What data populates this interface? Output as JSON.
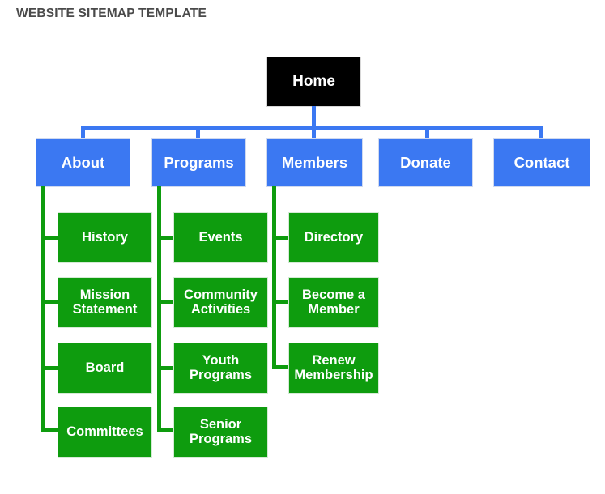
{
  "page": {
    "title": "WEBSITE SITEMAP TEMPLATE",
    "title_color": "#4a4a4a",
    "background": "#ffffff"
  },
  "colors": {
    "root": "#000000",
    "level1": "#3b78f2",
    "level2": "#0e9c0e",
    "node_text": "#ffffff",
    "connector_level1": "#3b78f2",
    "connector_level2": "#0e9c0e"
  },
  "diagram": {
    "type": "sitemap-tree",
    "root": {
      "label": "Home"
    },
    "sections": [
      {
        "label": "About",
        "children": [
          {
            "label": "History"
          },
          {
            "label": "Mission\nStatement"
          },
          {
            "label": "Board"
          },
          {
            "label": "Committees"
          }
        ]
      },
      {
        "label": "Programs",
        "children": [
          {
            "label": "Events"
          },
          {
            "label": "Community\nActivities"
          },
          {
            "label": "Youth\nPrograms"
          },
          {
            "label": "Senior\nPrograms"
          }
        ]
      },
      {
        "label": "Members",
        "children": [
          {
            "label": "Directory"
          },
          {
            "label": "Become a\nMember"
          },
          {
            "label": "Renew\nMembership"
          }
        ]
      },
      {
        "label": "Donate",
        "children": []
      },
      {
        "label": "Contact",
        "children": []
      }
    ]
  }
}
